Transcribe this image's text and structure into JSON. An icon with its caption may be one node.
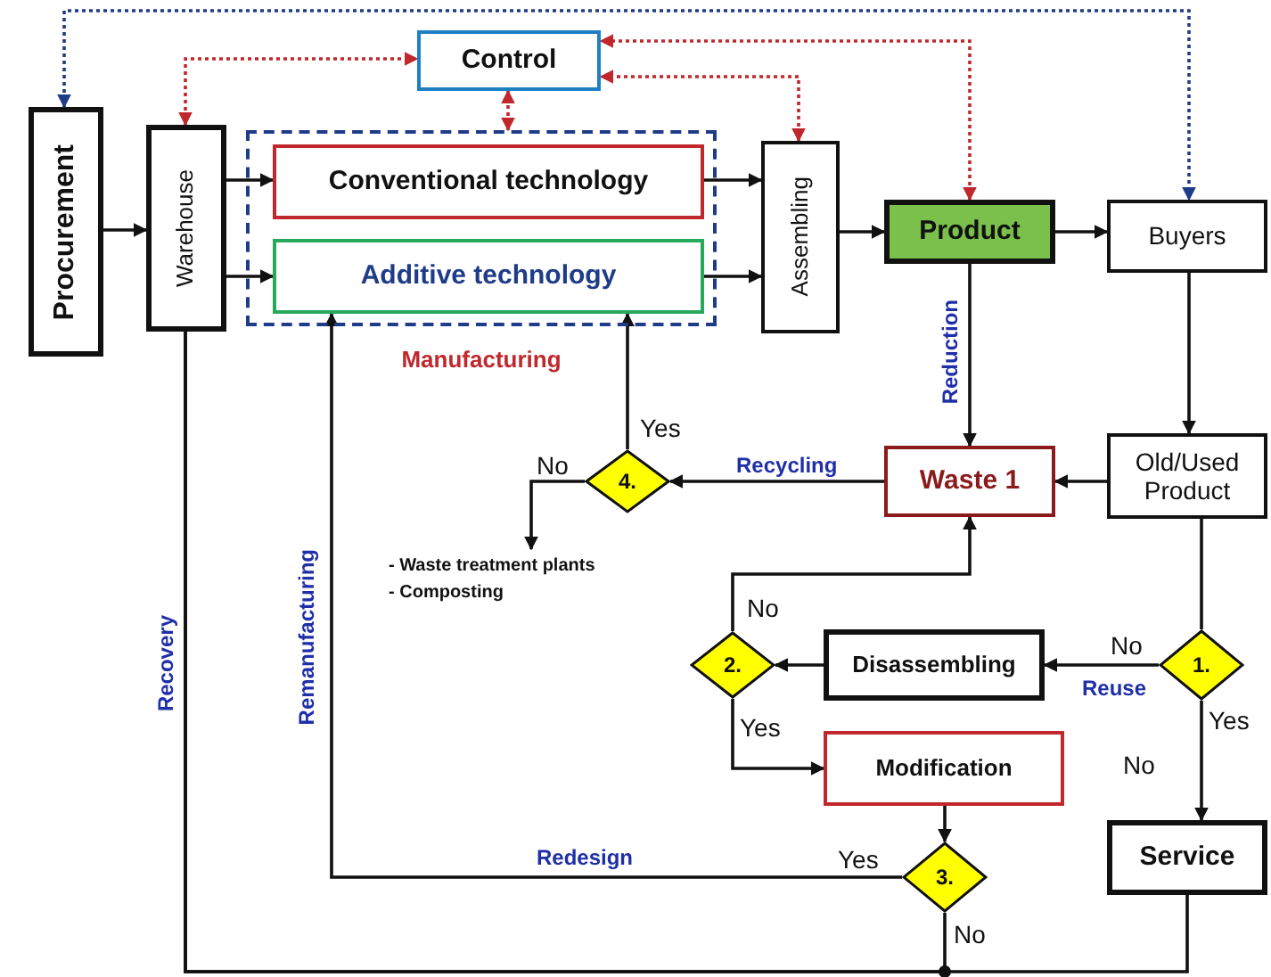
{
  "diagram": {
    "nodes": [
      {
        "text": [
          "Procurement"
        ]
      },
      {
        "text": [
          "Warehouse"
        ]
      },
      {
        "text": [
          "Control"
        ]
      },
      {
        "text": [
          "Manufacturing"
        ]
      },
      {
        "text": [
          "Conventional technology"
        ],
        "in": 3
      },
      {
        "text": [
          "Additive technology"
        ],
        "in": 3
      },
      {
        "text": [
          "Assembling"
        ]
      },
      {
        "text": [
          "Product"
        ]
      },
      {
        "text": [
          "Buyers"
        ]
      },
      {
        "text": [
          "Old/Used Product"
        ]
      },
      {
        "text": [
          "Waste 1"
        ]
      },
      {
        "text": [
          "4."
        ]
      },
      {
        "text": [
          "- Waste treatment plants",
          "- Composting"
        ]
      },
      {
        "text": [
          "1."
        ]
      },
      {
        "text": [
          "Disassembling"
        ]
      },
      {
        "text": [
          "2."
        ]
      },
      {
        "text": [
          "Modification"
        ]
      },
      {
        "text": [
          "3."
        ]
      },
      {
        "text": [
          "Service"
        ]
      }
    ],
    "edges": [
      {
        "from": 0,
        "to": 1,
        "arrow": "to"
      },
      {
        "from": 1,
        "to": 4,
        "arrow": "to"
      },
      {
        "from": 1,
        "to": 5,
        "arrow": "to"
      },
      {
        "from": 4,
        "to": 6,
        "arrow": "to"
      },
      {
        "from": 5,
        "to": 6,
        "arrow": "to"
      },
      {
        "from": 6,
        "to": 7,
        "arrow": "to"
      },
      {
        "from": 7,
        "to": 8,
        "arrow": "to"
      },
      {
        "from": 8,
        "to": 9,
        "arrow": "to"
      },
      {
        "from": 7,
        "to": 10,
        "arrow": "to",
        "label": "Reduction"
      },
      {
        "from": 9,
        "to": 10,
        "arrow": "to"
      },
      {
        "from": 10,
        "to": 11,
        "arrow": "to",
        "label": "Recycling"
      },
      {
        "from": 11,
        "to": 5,
        "arrow": "to",
        "label": "Yes"
      },
      {
        "from": 11,
        "to": 12,
        "arrow": "to",
        "label": "No"
      },
      {
        "from": 9,
        "to": 13,
        "arrow": "none"
      },
      {
        "from": 13,
        "to": 14,
        "arrow": "to",
        "label": "No"
      },
      {
        "from": 13,
        "to": 18,
        "arrow": "to",
        "label": "Yes"
      },
      {
        "from": 14,
        "to": 15,
        "arrow": "to"
      },
      {
        "from": 15,
        "to": 10,
        "arrow": "to",
        "label": "No"
      },
      {
        "from": 15,
        "to": 16,
        "arrow": "to",
        "label": "Yes"
      },
      {
        "from": 16,
        "to": 17,
        "arrow": "to"
      },
      {
        "from": 17,
        "to": 5,
        "arrow": "to",
        "label": "Redesign"
      },
      {
        "from": 17,
        "to": 1,
        "arrow": "none",
        "label": "No"
      },
      {
        "from": 18,
        "to": 1,
        "arrow": "none",
        "label": "Recovery"
      },
      {
        "from": 1,
        "to": 2,
        "arrow": "both",
        "style": "dashed",
        "color": "#c0282d"
      },
      {
        "from": 2,
        "to": 3,
        "arrow": "both",
        "style": "dashed",
        "color": "#c0282d"
      },
      {
        "from": 6,
        "to": 2,
        "arrow": "both",
        "style": "dashed",
        "color": "#c0282d"
      },
      {
        "from": 7,
        "to": 2,
        "arrow": "both",
        "style": "dashed",
        "color": "#c0282d"
      },
      {
        "from": 0,
        "to": 8,
        "arrow": "both",
        "style": "dashed",
        "color": "#1f3c88"
      }
    ],
    "labels": [
      "Remanufacturing",
      "Reuse",
      "No",
      "Yes"
    ]
  }
}
